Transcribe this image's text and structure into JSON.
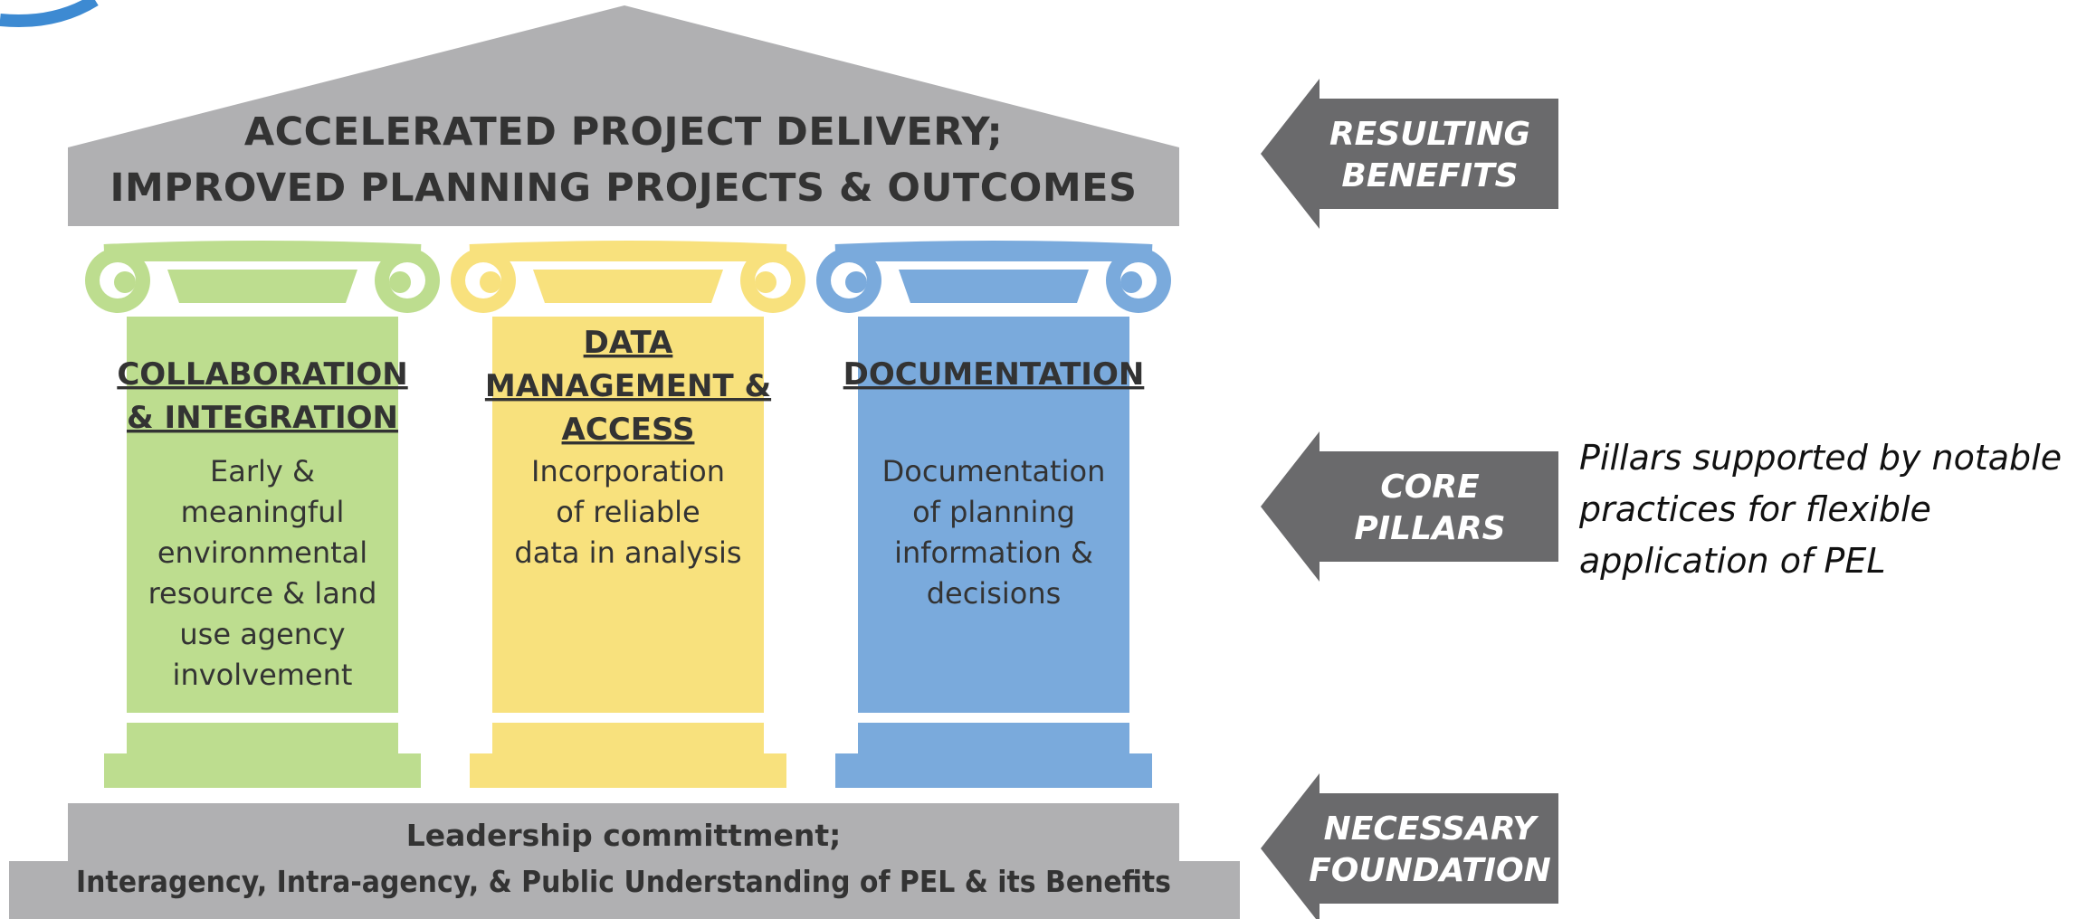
{
  "colors": {
    "gray_light": "#b0b0b2",
    "gray_dark": "#6a6a6c",
    "green": "#bddd8f",
    "yellow": "#f8e17d",
    "blue": "#7aaadc",
    "logo_blue": "#3d8ad2",
    "text_dark": "#333333"
  },
  "roof": {
    "line1": "ACCELERATED PROJECT DELIVERY;",
    "line2": "IMPROVED PLANNING PROJECTS & OUTCOMES"
  },
  "pillars": [
    {
      "color_key": "green",
      "title_lines": [
        "COLLABORATION",
        "& INTEGRATION"
      ],
      "body_lines": [
        "Early &",
        "meaningful",
        "environmental",
        "resource & land",
        "use agency",
        "involvement"
      ]
    },
    {
      "color_key": "yellow",
      "title_lines": [
        "DATA",
        "MANAGEMENT &",
        "ACCESS"
      ],
      "body_lines": [
        "Incorporation",
        "of reliable",
        "data in analysis"
      ]
    },
    {
      "color_key": "blue",
      "title_lines": [
        "DOCUMENTATION"
      ],
      "body_lines": [
        "Documentation",
        "of planning",
        "information &",
        "decisions"
      ]
    }
  ],
  "foundation": {
    "line1": "Leadership committment;",
    "line2": "Interagency, Intra-agency, & Public Understanding of PEL & its Benefits"
  },
  "arrows": [
    {
      "lines": [
        "RESULTING",
        "BENEFITS"
      ]
    },
    {
      "lines": [
        "CORE",
        "PILLARS"
      ]
    },
    {
      "lines": [
        "NECESSARY",
        "FOUNDATION"
      ]
    }
  ],
  "note": "Pillars supported by notable practices for flexible application of PEL"
}
